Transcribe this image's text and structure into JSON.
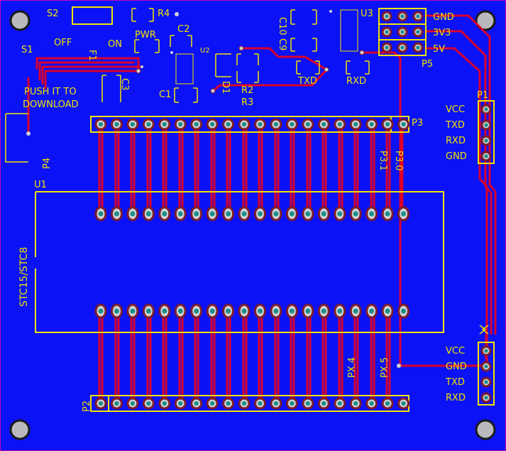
{
  "board": {
    "colors": {
      "background": "#0b12f5",
      "trace": "#d9002e",
      "silkscreen": "#f2e400",
      "pad": "#cfd0d4",
      "hole": "#1a8f88",
      "outline": "#c000c0"
    },
    "designators": {
      "s1": "S1",
      "s2": "S2",
      "r4": "R4",
      "c10": "C10",
      "u3": "U3",
      "c2": "C2",
      "u2": "U2",
      "c9": "C9",
      "f1": "F1",
      "c3": "C3",
      "c1": "C1",
      "d1": "D1",
      "r2": "R2",
      "r3": "R3",
      "p1": "P1",
      "p2": "P2",
      "p3": "P3",
      "p4": "P4",
      "p5": "P5",
      "u1": "U1",
      "pwr": "PWR"
    },
    "labels": {
      "off": "OFF",
      "on": "ON",
      "push_line1": "PUSH IT TO",
      "push_line2": "DOWNLOAD",
      "txd_top": "TXD",
      "rxd_top": "RXD",
      "mcu": "STC15/STC8",
      "p30": "P3.0",
      "p31": "P3.1",
      "px4": "PX.4",
      "px5": "PX.5"
    },
    "p5_pins": [
      "GND",
      "3V3",
      "5V"
    ],
    "p1_pins": [
      "VCC",
      "TXD",
      "RXD",
      "GND"
    ],
    "p_bottom_pins": [
      "VCC",
      "GND",
      "TXD",
      "RXD"
    ]
  }
}
